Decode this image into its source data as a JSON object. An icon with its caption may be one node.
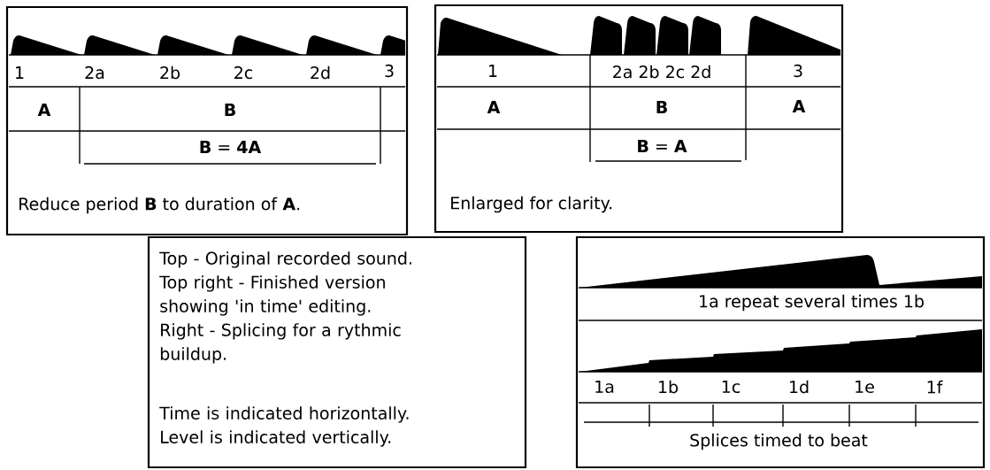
{
  "diagram": {
    "nodes": [
      {
        "text": [
          "1",
          "2a",
          "2b",
          "2c",
          "2d",
          "3",
          "**A**",
          "**B**",
          "**B** = **4A**",
          "Reduce period **B** to duration of **A**."
        ]
      },
      {
        "text": [
          "1",
          "2a 2b 2c 2d",
          "3",
          "**A**",
          "**B**",
          "**A**",
          "**B** = **A**",
          "Enlarged for clarity."
        ]
      },
      {
        "text": [
          "Top - Original recorded sound.",
          "Top right - Finished version showing 'in time' editing.",
          "Right - Splicing for a rythmic buildup.",
          "Time is indicated horizontally.",
          "Level is indicated vertically."
        ]
      },
      {
        "text": [
          "1a repeat several times 1b",
          "1a",
          "1b",
          "1c",
          "1d",
          "1e",
          "1f",
          "Splices timed to beat"
        ]
      }
    ]
  }
}
